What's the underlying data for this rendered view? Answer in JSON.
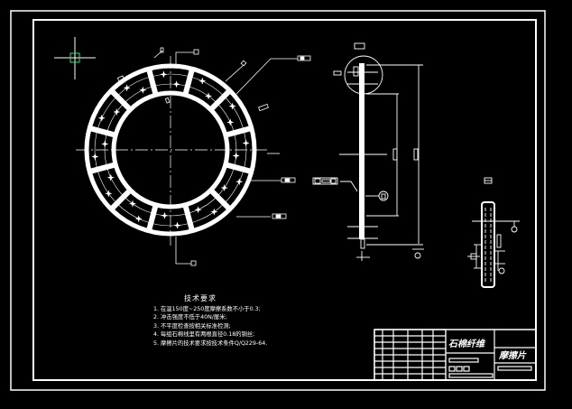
{
  "drawing": {
    "background_color": "#000000",
    "line_color": "#ffffff",
    "cursor_color": "#00ff66",
    "part_name": "摩擦片",
    "material": "石棉纤维",
    "views": [
      "front-view-ring",
      "side-section-view",
      "detail-section-view"
    ],
    "ring_segments": 12
  },
  "technical_requirements": {
    "title": "技术要求",
    "items": [
      "1. 在温150度~250度摩擦系数不小于0.3;",
      "2. 冲击强度不低于40N/厘米;",
      "3. 不平度检查按相关标准检测;",
      "4. 每组石棉线里有两根直径0.18的铜丝;",
      "5. 摩擦片的技术要求按技术条件Q/Q229-64."
    ]
  }
}
